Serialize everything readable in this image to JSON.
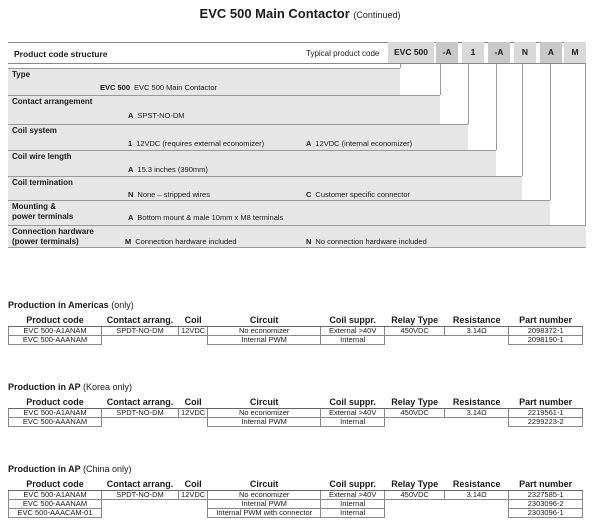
{
  "title": {
    "main": "EVC 500 Main Contactor",
    "continued": "(Continued)"
  },
  "structure": {
    "label": "Product code structure",
    "typical_label": "Typical product code",
    "code_parts": [
      "EVC 500",
      "-A",
      "1",
      "-A",
      "N",
      "A",
      "M"
    ],
    "sections": [
      {
        "title": "Type",
        "options": [
          {
            "code": "EVC 500",
            "text": "EVC 500 Main Contactor"
          }
        ]
      },
      {
        "title": "Contact arrangement",
        "options": [
          {
            "code": "A",
            "text": "SPST-NO-DM"
          }
        ]
      },
      {
        "title": "Coil system",
        "options": [
          {
            "code": "1",
            "text": "12VDC (requires external economizer)"
          },
          {
            "code": "A",
            "text": "12VDC (internal economizer)"
          }
        ]
      },
      {
        "title": "Coil wire length",
        "options": [
          {
            "code": "A",
            "text": "15.3 inches (390mm)"
          }
        ]
      },
      {
        "title": "Coil termination",
        "options": [
          {
            "code": "N",
            "text": "None – stripped wires"
          },
          {
            "code": "C",
            "text": "Customer specific connector"
          }
        ]
      },
      {
        "title": "Mounting &",
        "title2": "power terminals",
        "options": [
          {
            "code": "A",
            "text": "Bottom mount & male 10mm x M8 terminals"
          }
        ]
      },
      {
        "title": "Connection hardware",
        "title2": "(power terminals)",
        "options": [
          {
            "code": "M",
            "text": "Connection hardware included"
          },
          {
            "code": "N",
            "text": "No connection hardware included"
          }
        ]
      }
    ]
  },
  "headers": [
    "Product code",
    "Contact arrang.",
    "Coil",
    "Circuit",
    "Coil suppr.",
    "Relay Type",
    "Resistance",
    "Part number"
  ],
  "tables": [
    {
      "title": "Production in Americas",
      "qualifier": "(only)",
      "rows": [
        [
          "EVC 500-A1ANAM",
          "SPDT-NO-DM",
          "12VDC",
          "No economizer",
          "External >40V",
          "450VDC",
          "3.14Ω",
          "2098372-1"
        ],
        [
          "EVC 500-AAANAM",
          "",
          "",
          "Internal PWM",
          "Internal",
          "",
          "",
          "2098190-1"
        ]
      ]
    },
    {
      "title": "Production in AP",
      "qualifier": "(Korea only)",
      "rows": [
        [
          "EVC 500-A1ANAM",
          "SPDT-NO-DM",
          "12VDC",
          "No economizer",
          "External >40V",
          "450VDC",
          "3.14Ω",
          "2219561-1"
        ],
        [
          "EVC 500-AAANAM",
          "",
          "",
          "Internal PWM",
          "Internal",
          "",
          "",
          "2299223-2"
        ]
      ]
    },
    {
      "title": "Production in AP",
      "qualifier": "(China only)",
      "rows": [
        [
          "EVC 500-A1ANAM",
          "SPDT-NO-DM",
          "12VDC",
          "No economizer",
          "External >40V",
          "450VDC",
          "3.14Ω",
          "2327585-1"
        ],
        [
          "EVC 500-AAANAM",
          "",
          "",
          "Internal PWM",
          "Internal",
          "",
          "",
          "2303096-2"
        ],
        [
          "EVC 500-AAACAM-01",
          "",
          "",
          "Internal PWM with connector",
          "Internal",
          "",
          "",
          "2303096-1"
        ]
      ]
    }
  ]
}
